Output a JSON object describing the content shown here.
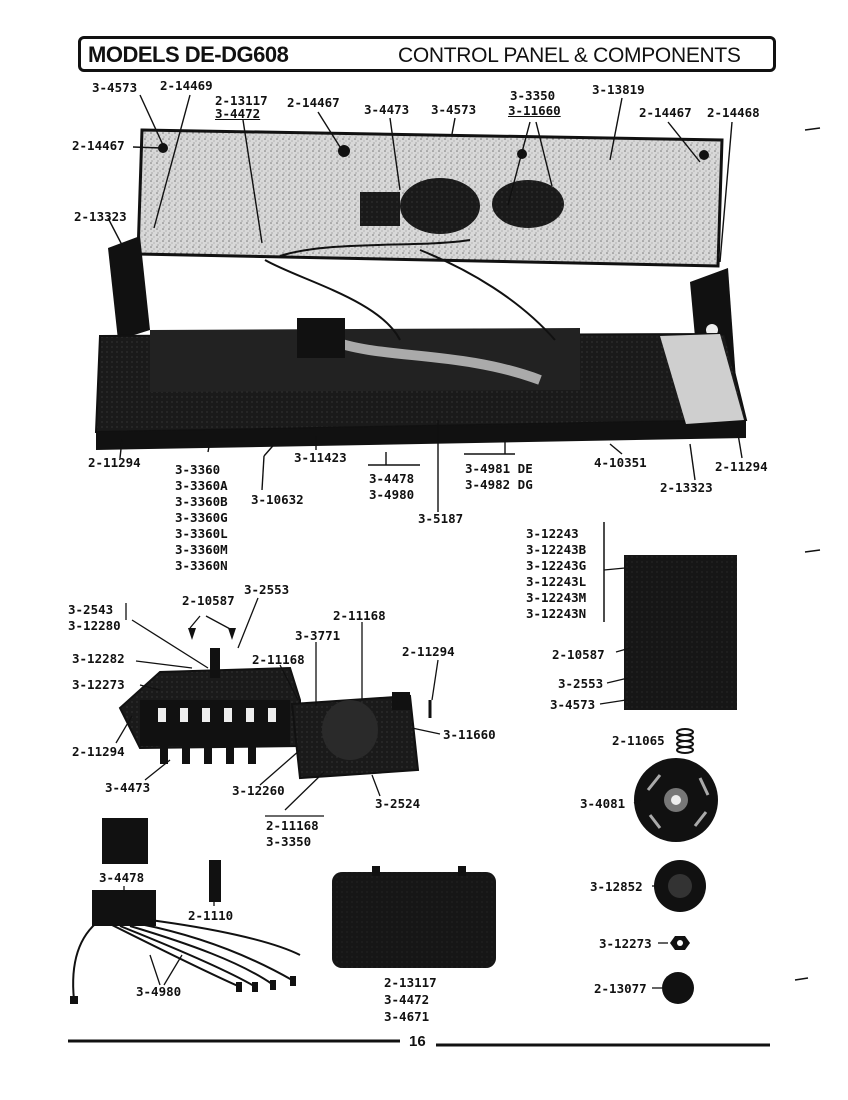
{
  "header": {
    "models": "MODELS DE-DG608",
    "section": "CONTROL PANEL & COMPONENTS"
  },
  "page_number": "16",
  "labels": {
    "l_3_4573_a": "3-4573",
    "l_2_14469": "2-14469",
    "l_2_13117_a": "2-13117",
    "l_3_4472_a": "3-4472",
    "l_2_14467_a": "2-14467",
    "l_3_4473_a": "3-4473",
    "l_3_4573_b": "3-4573",
    "l_3_3350_a": "3-3350",
    "l_3_11660_a": "3-11660",
    "l_3_13819": "3-13819",
    "l_2_14467_b": "2-14467",
    "l_2_14468": "2-14468",
    "l_2_14467_c": "2-14467",
    "l_2_13323_a": "2-13323",
    "l_2_11294_a": "2-11294",
    "l_3_3360": "3-3360",
    "l_3_3360a": "3-3360A",
    "l_3_3360b": "3-3360B",
    "l_3_3360g": "3-3360G",
    "l_3_3360l": "3-3360L",
    "l_3_3360m": "3-3360M",
    "l_3_3360n": "3-3360N",
    "l_3_10632": "3-10632",
    "l_3_11423": "3-11423",
    "l_3_4478_a": "3-4478",
    "l_3_4980_a": "3-4980",
    "l_3_5187": "3-5187",
    "l_3_4981": "3-4981 DE",
    "l_3_4982": "3-4982 DG",
    "l_4_10351": "4-10351",
    "l_2_13323_b": "2-13323",
    "l_2_11294_b": "2-11294",
    "l_3_12243": "3-12243",
    "l_3_12243b": "3-12243B",
    "l_3_12243g": "3-12243G",
    "l_3_12243l": "3-12243L",
    "l_3_12243m": "3-12243M",
    "l_3_12243n": "3-12243N",
    "l_2_10587_a": "2-10587",
    "l_3_2553_a": "3-2553",
    "l_3_2543": "3-2543",
    "l_3_12280": "3-12280",
    "l_3_3771": "3-3771",
    "l_2_11168_a": "2-11168",
    "l_3_12282": "3-12282",
    "l_2_11168_b": "2-11168",
    "l_2_11294_c": "2-11294",
    "l_3_12273_a": "3-12273",
    "l_2_11294_d": "2-11294",
    "l_3_11660_b": "3-11660",
    "l_3_4473_b": "3-4473",
    "l_3_12260": "3-12260",
    "l_3_2524": "3-2524",
    "l_2_11168_c": "2-11168",
    "l_3_3350_b": "3-3350",
    "l_2_10587_b": "2-10587",
    "l_3_2553_b": "3-2553",
    "l_3_4573_c": "3-4573",
    "l_2_11065": "2-11065",
    "l_3_4081": "3-4081",
    "l_3_4478_b": "3-4478",
    "l_2_1110": "2-1110",
    "l_3_12852": "3-12852",
    "l_3_12273_b": "3-12273",
    "l_3_4980_b": "3-4980",
    "l_2_13117_b": "2-13117",
    "l_3_4472_b": "3-4472",
    "l_3_4671": "3-4671",
    "l_2_13077": "2-13077"
  }
}
